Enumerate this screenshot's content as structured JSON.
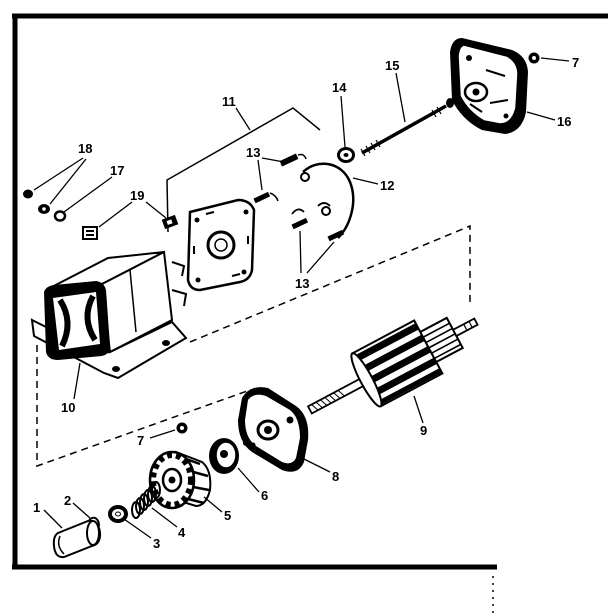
{
  "colors": {
    "ink": "#000000",
    "paper": "#ffffff"
  },
  "callouts": [
    "1",
    "2",
    "3",
    "4",
    "5",
    "6",
    "7",
    "8",
    "9",
    "10",
    "11",
    "12",
    "13",
    "13",
    "14",
    "15",
    "16",
    "7",
    "17",
    "18",
    "19"
  ]
}
